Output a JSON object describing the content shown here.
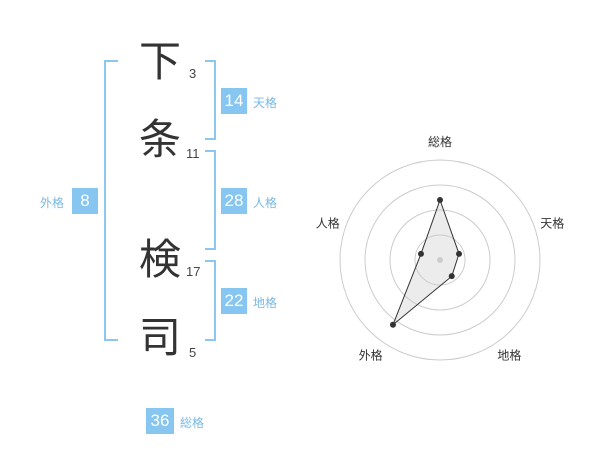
{
  "name": {
    "characters": [
      {
        "char": "下",
        "strokes": "3"
      },
      {
        "char": "条",
        "strokes": "11"
      },
      {
        "char": "検",
        "strokes": "17"
      },
      {
        "char": "司",
        "strokes": "5"
      }
    ]
  },
  "fortune": {
    "tenkaku": {
      "value": "14",
      "label": "天格"
    },
    "jinkaku": {
      "value": "28",
      "label": "人格"
    },
    "chikaku": {
      "value": "22",
      "label": "地格"
    },
    "gaikaku": {
      "value": "8",
      "label": "外格"
    },
    "soukaku": {
      "value": "36",
      "label": "総格"
    }
  },
  "colors": {
    "accent": "#86c6f0",
    "bracket": "#8cc8ee",
    "label": "#7ab8e4",
    "text": "#333333"
  },
  "chart_data": {
    "type": "radar",
    "axes": [
      "総格",
      "天格",
      "地格",
      "外格",
      "人格"
    ],
    "values": [
      3,
      1,
      1,
      4,
      1
    ],
    "max": 5,
    "rings": 4
  }
}
